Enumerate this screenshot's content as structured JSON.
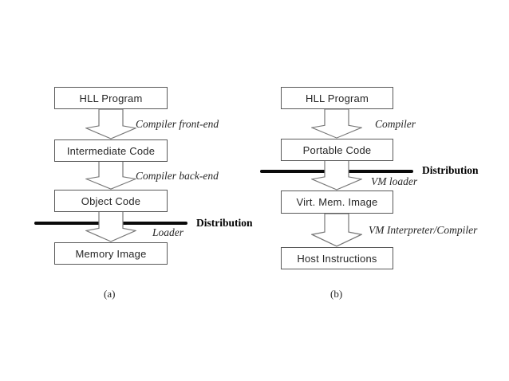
{
  "figure": {
    "panels": [
      {
        "caption": "(a)",
        "boxes": [
          "HLL Program",
          "Intermediate Code",
          "Object Code",
          "Memory Image"
        ],
        "arrow_labels": [
          "Compiler front-end",
          "Compiler back-end",
          "Loader"
        ],
        "distribution_label": "Distribution"
      },
      {
        "caption": "(b)",
        "boxes": [
          "HLL Program",
          "Portable Code",
          "Virt. Mem. Image",
          "Host Instructions"
        ],
        "arrow_labels": [
          "Compiler",
          "VM loader",
          "VM Interpreter/Compiler"
        ],
        "distribution_label": "Distribution"
      }
    ],
    "colors": {
      "background": "#ffffff",
      "box_border": "#595959",
      "text": "#262626",
      "arrow_outline": "#777777",
      "distribution_line": "#0a0a0a"
    }
  }
}
